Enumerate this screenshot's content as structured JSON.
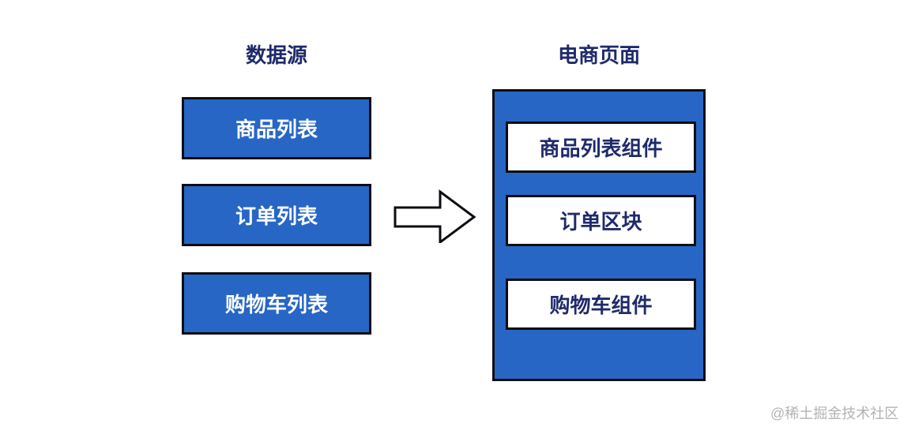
{
  "left": {
    "title": "数据源",
    "boxes": [
      {
        "label": "商品列表"
      },
      {
        "label": "订单列表"
      },
      {
        "label": "购物车列表"
      }
    ]
  },
  "right": {
    "title": "电商页面",
    "boxes": [
      {
        "label": "商品列表组件"
      },
      {
        "label": "订单区块"
      },
      {
        "label": "购物车组件"
      }
    ]
  },
  "arrow": {
    "icon": "right-block-arrow"
  },
  "watermark": "@稀土掘金技术社区",
  "colors": {
    "box_blue": "#2766c4",
    "border_black": "#0d0d12",
    "navy_text": "#1f2a6b",
    "box_text_white": "#ffffff",
    "watermark_gray": "#b3b3b3"
  }
}
